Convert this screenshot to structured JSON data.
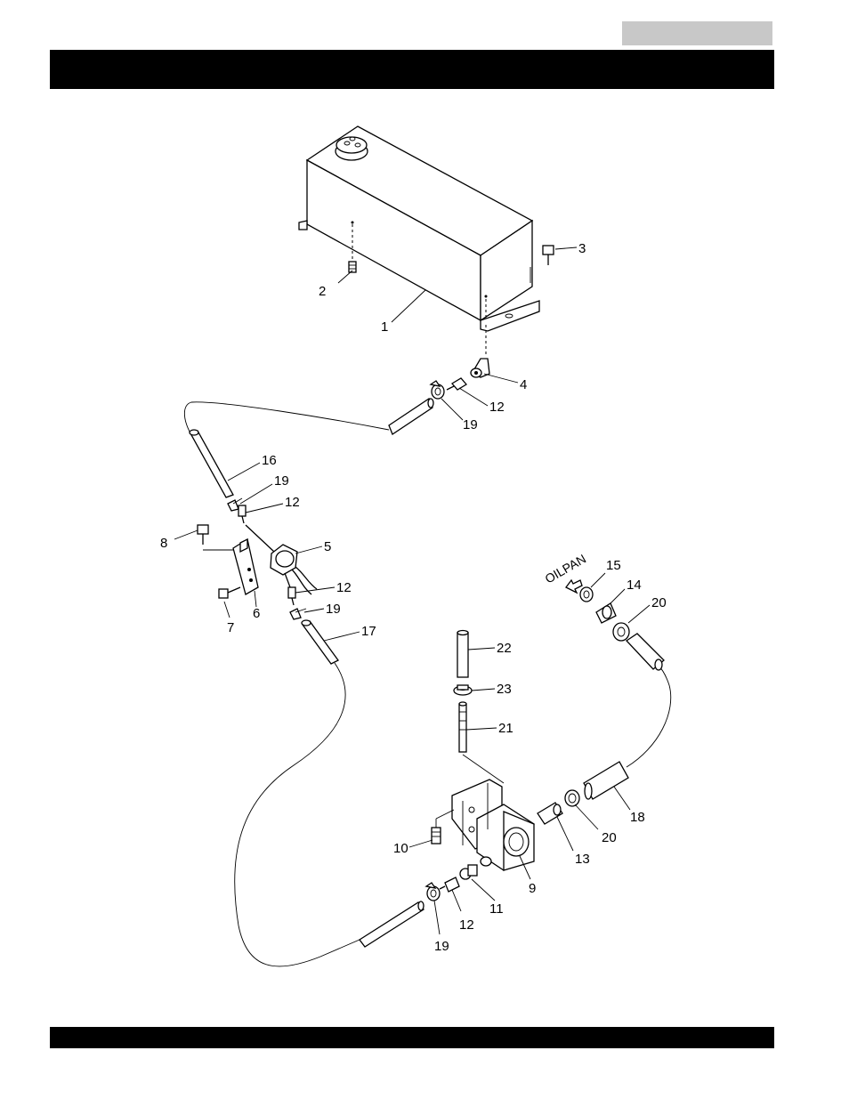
{
  "page": {
    "header_title": "",
    "footer_text": "",
    "tab_label": ""
  },
  "diagram": {
    "flow_label": "OILPAN",
    "callouts": [
      "1",
      "2",
      "3",
      "4",
      "12",
      "19",
      "16",
      "19",
      "12",
      "8",
      "5",
      "12",
      "6",
      "7",
      "19",
      "17",
      "15",
      "14",
      "20",
      "22",
      "23",
      "21",
      "10",
      "13",
      "20",
      "18",
      "9",
      "11",
      "12",
      "19"
    ]
  },
  "colors": {
    "bars": "#000000",
    "tab_box": "#c8c8c8",
    "line": "#000000",
    "background": "#ffffff"
  }
}
